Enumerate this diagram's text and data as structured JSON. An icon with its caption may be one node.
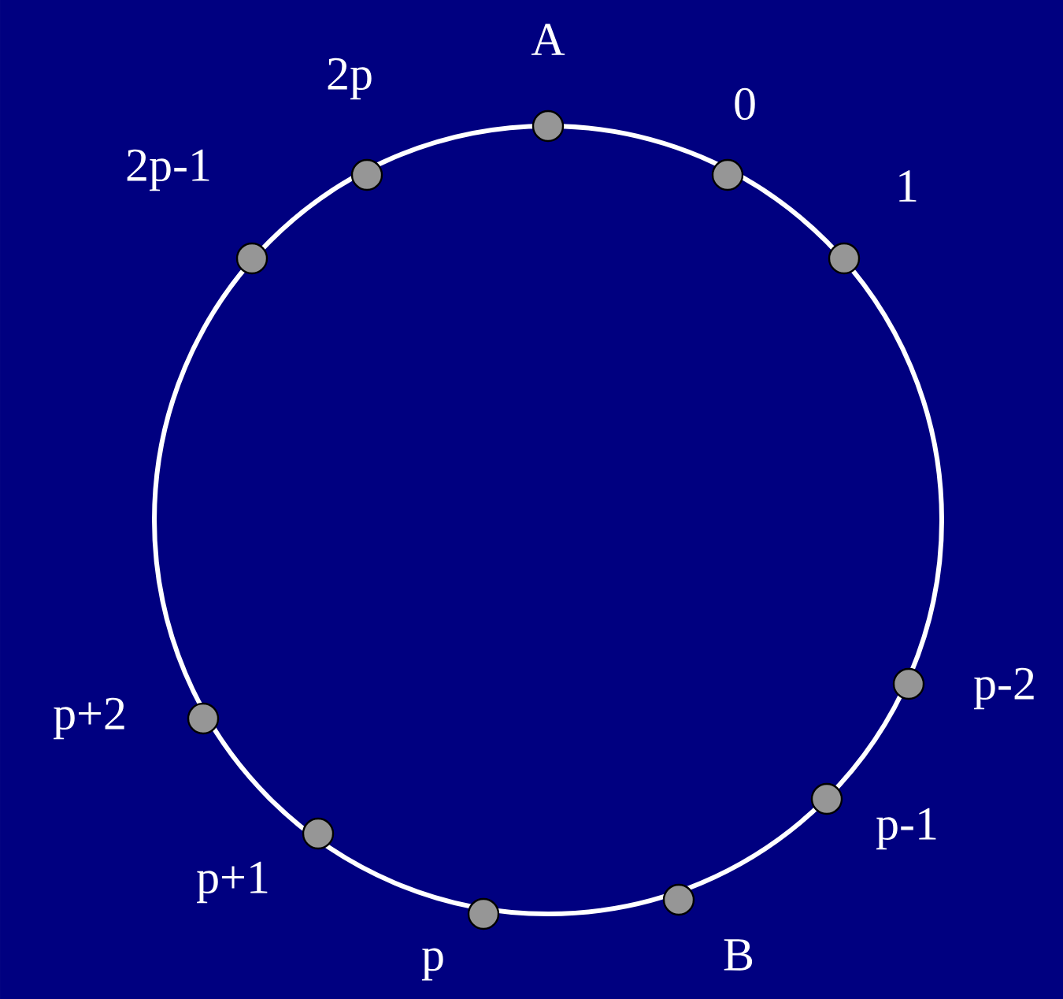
{
  "diagram": {
    "nodes": [
      {
        "text": [],
        "shape": "circle",
        "beside": [
          "A"
        ]
      },
      {
        "text": [],
        "shape": "circle",
        "beside": [
          "0"
        ]
      },
      {
        "text": [],
        "shape": "circle",
        "beside": [
          "1"
        ]
      },
      {
        "text": [],
        "shape": "circle",
        "beside": [
          "p-2"
        ]
      },
      {
        "text": [],
        "shape": "circle",
        "beside": [
          "p-1"
        ]
      },
      {
        "text": [],
        "shape": "circle",
        "beside": [
          "B"
        ]
      },
      {
        "text": [],
        "shape": "circle",
        "beside": [
          "p"
        ]
      },
      {
        "text": [],
        "shape": "circle",
        "beside": [
          "p+1"
        ]
      },
      {
        "text": [],
        "shape": "circle",
        "beside": [
          "p+2"
        ]
      },
      {
        "text": [],
        "shape": "circle",
        "beside": [
          "2p-1"
        ]
      },
      {
        "text": [],
        "shape": "circle",
        "beside": [
          "2p"
        ]
      }
    ]
  }
}
